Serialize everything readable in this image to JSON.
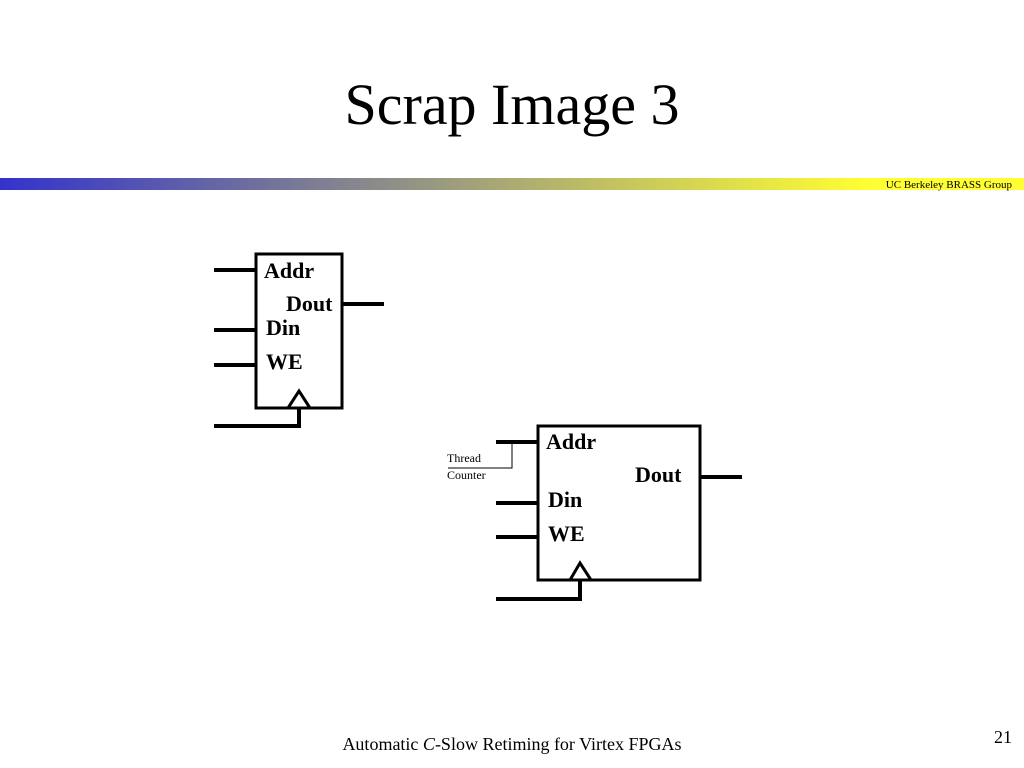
{
  "slide": {
    "title": "Scrap Image 3",
    "group_label": "UC Berkeley BRASS Group",
    "footer": {
      "prefix": "Automatic ",
      "italic": "C",
      "suffix": "-Slow Retiming for Virtex FPGAs"
    },
    "page_number": "21"
  },
  "banner_colors": {
    "start": "#3333cc",
    "end": "#ffff33"
  },
  "diagram": {
    "memory_block_1": {
      "addr": "Addr",
      "dout": "Dout",
      "din": "Din",
      "we": "WE"
    },
    "memory_block_2": {
      "addr": "Addr",
      "dout": "Dout",
      "din": "Din",
      "we": "WE",
      "thread_counter_line1": "Thread",
      "thread_counter_line2": "Counter"
    }
  }
}
